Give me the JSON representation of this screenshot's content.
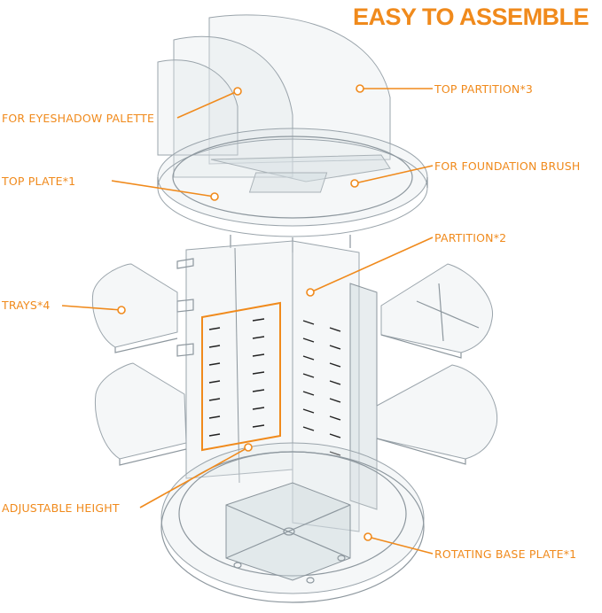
{
  "title": "EASY TO ASSEMBLE",
  "labels": {
    "top_partition": "TOP PARTITION*3",
    "eyeshadow": "FOR EYESHADOW PALETTE",
    "top_plate": "TOP PLATE*1",
    "foundation": "FOR FOUNDATION BRUSH",
    "partition": "PARTITION*2",
    "trays": "TRAYS*4",
    "adjustable": "ADJUSTABLE HEIGHT",
    "base_plate": "ROTATING BASE PLATE*1"
  },
  "colors": {
    "accent": "#f08a1c",
    "acrylic_edge": "#8d979e",
    "slot": "#222222"
  }
}
